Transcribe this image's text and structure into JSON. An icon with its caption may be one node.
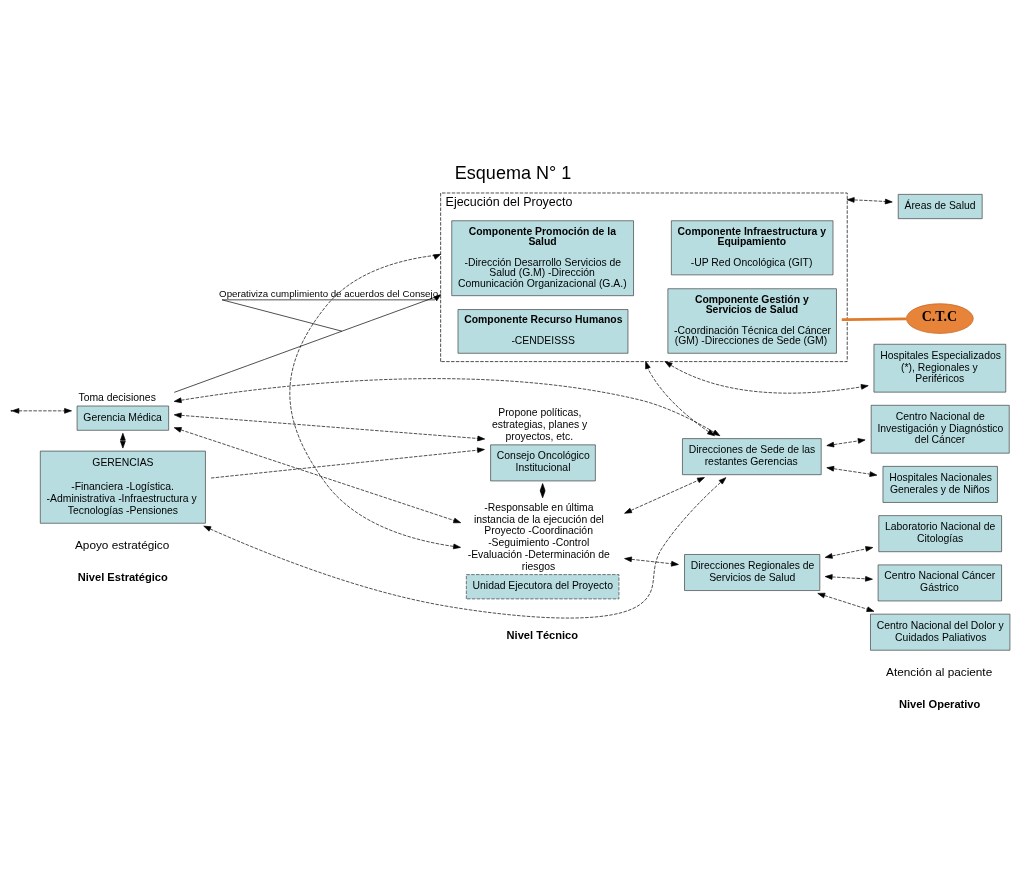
{
  "diagram": {
    "title": "Esquema N° 1",
    "nodes": [
      {
        "text": [
          "Consejo Oncológico Institucional"
        ],
        "beside": [
          "Propone políticas, estrategias, planes y proyectos, etc."
        ]
      },
      {
        "text": [
          "Gerencia Médica"
        ],
        "beside": [
          "Toma decisiones"
        ]
      },
      {
        "text": [
          "Unidad Ejecutora del Proyecto"
        ],
        "beside": [
          "-Responsable en última instancia de la ejecución del Proyecto -Coordinación -Seguimiento -Control -Evaluación -Determinación de riesgos"
        ]
      },
      {
        "text": [
          "Direcciones Regionales de Servicios de Salud"
        ]
      },
      {
        "text": [
          "GERENCIAS",
          "-Financiera -Logística. -Administrativa -Infraestructura y Tecnologías -Pensiones"
        ]
      },
      {
        "text": [
          "Direcciones de Sede de las restantes Gerencias"
        ]
      },
      {
        "text": [
          "Ejecución del Proyecto"
        ]
      },
      {
        "text": [
          "Componente Promoción de la Salud",
          "-Dirección Desarrollo Servicios de Salud (G.M) -Dirección Comunicación Organizacional (G.A.)"
        ],
        "in": 6
      },
      {
        "text": [
          "Componente Infraestructura y Equipamiento",
          "-UP Red Oncológica (GIT)"
        ],
        "in": 6
      },
      {
        "text": [
          "Componente Recurso Humanos",
          "-CENDEISSS"
        ],
        "in": 6
      },
      {
        "text": [
          "Componente Gestión y Servicios de Salud",
          "-Coordinación Técnica del Cáncer (GM) -Direcciones de Sede (GM)"
        ],
        "in": 6
      },
      {
        "text": [
          "C.T.C"
        ]
      },
      {
        "text": [
          "Laboratorio Nacional de Citologías"
        ]
      },
      {
        "text": [
          "Centro Nacional Cáncer Gástrico"
        ]
      },
      {
        "text": [
          "Centro Nacional del Dolor y Cuidados Paliativos"
        ]
      },
      {
        "text": [
          "Centro Nacional de Investigación y Diagnóstico del Cáncer"
        ]
      },
      {
        "text": [
          "Hospitales Nacionales Generales y de Niños"
        ]
      },
      {
        "text": [
          "Hospitales Especializados (*), Regionales y Periféricos"
        ]
      },
      {
        "text": [
          "Áreas de Salud"
        ]
      }
    ],
    "edges": [
      {
        "from": null,
        "to": 1,
        "arrow": "both",
        "style": "dashed"
      },
      {
        "from": 1,
        "to": 0,
        "arrow": "both",
        "style": "dashed"
      },
      {
        "from": 0,
        "to": 2,
        "arrow": "both",
        "style": "dashed"
      },
      {
        "from": 1,
        "to": 2,
        "arrow": "both",
        "style": "dashed"
      },
      {
        "from": 1,
        "to": 4,
        "arrow": "both",
        "style": "dashed"
      },
      {
        "from": 4,
        "to": 0,
        "arrow": "to",
        "style": "dashed"
      },
      {
        "from": 4,
        "to": 5,
        "arrow": "both",
        "style": "dashed"
      },
      {
        "from": 1,
        "to": 5,
        "arrow": "both",
        "style": "dashed"
      },
      {
        "from": 5,
        "to": 6,
        "arrow": "both",
        "style": "dashed"
      },
      {
        "from": 1,
        "to": 6,
        "arrow": "to",
        "label": "Operativiza cumplimiento de acuerdos del Consejo"
      },
      {
        "from": 2,
        "to": 6,
        "arrow": "both",
        "style": "dashed"
      },
      {
        "from": 2,
        "to": 3,
        "arrow": "both",
        "style": "dashed"
      },
      {
        "from": 2,
        "to": 5,
        "arrow": "both",
        "style": "dashed"
      },
      {
        "from": 3,
        "to": 12,
        "arrow": "both",
        "style": "dashed"
      },
      {
        "from": 3,
        "to": 13,
        "arrow": "both",
        "style": "dashed"
      },
      {
        "from": 3,
        "to": 14,
        "arrow": "both",
        "style": "dashed"
      },
      {
        "from": 5,
        "to": 15,
        "arrow": "both",
        "style": "dashed"
      },
      {
        "from": 5,
        "to": 16,
        "arrow": "both",
        "style": "dashed"
      },
      {
        "from": 6,
        "to": 17,
        "arrow": "both",
        "style": "dashed"
      },
      {
        "from": 6,
        "to": 18,
        "arrow": "both",
        "style": "dashed"
      },
      {
        "from": 11,
        "to": 10,
        "arrow": "none",
        "style": "thick",
        "color": "#e07b2a"
      }
    ],
    "labels": [
      "Nivel Estratégico",
      "Nivel Técnico",
      "Nivel Operativo",
      "Apoyo estratégico",
      "Atención al paciente"
    ]
  }
}
